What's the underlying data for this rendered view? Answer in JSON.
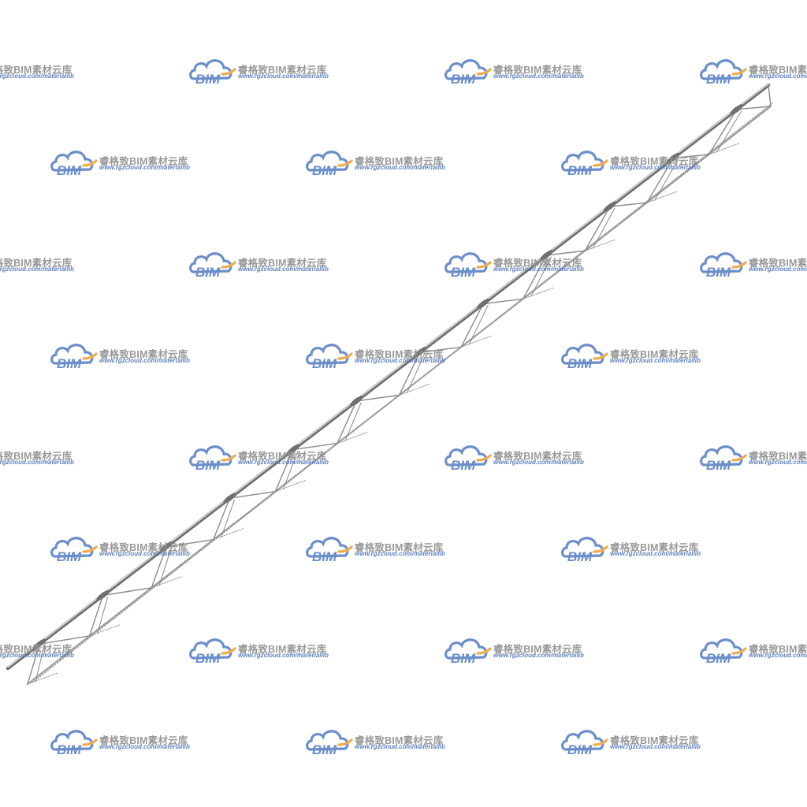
{
  "watermark": {
    "logo_text": "BIM",
    "title": "睿格致BIM素材云库",
    "url": "www.rgzcloud.com/materiallib",
    "colors": {
      "cloud_blue": "#5b82c6",
      "accent_orange": "#f0a23a",
      "title_gray": "#8f8f8f",
      "url_blue": "#4f74b8"
    }
  },
  "truss": {
    "icon": "steel-lattice-truss",
    "colors": {
      "top_chord": "#6f6f6f",
      "top_chord_highlight": "#d8d8d8",
      "bottom_chord": "#9a9a9a",
      "web": "#8a8a8a"
    }
  }
}
